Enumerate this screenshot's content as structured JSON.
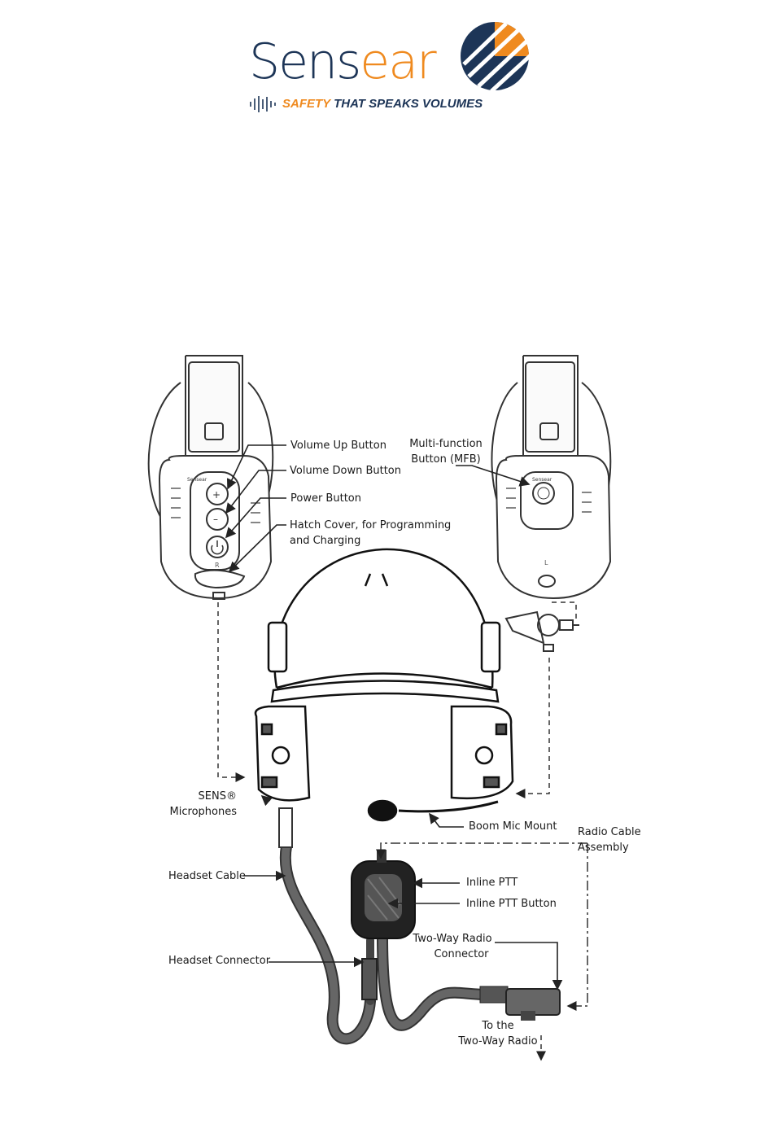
{
  "brand": {
    "name_part1": "Sens",
    "name_part2": "ear",
    "tagline_part1": "SAFETY",
    "tagline_part2": "THAT SPEAKS VOLUMES",
    "colors": {
      "navy": "#1d3557",
      "orange": "#ef8a1f"
    }
  },
  "labels": {
    "volume_up": "Volume Up Button",
    "volume_down": "Volume Down Button",
    "power": "Power Button",
    "hatch_line1": "Hatch Cover, for Programming",
    "hatch_line2": "and Charging",
    "mfb_line1": "Multi-function",
    "mfb_line2": "Button (MFB)",
    "sens_line1": "SENS®",
    "sens_line2": "Microphones",
    "boom_mic": "Boom Mic Mount",
    "radio_cable_line1": "Radio Cable",
    "radio_cable_line2": "Assembly",
    "headset_cable": "Headset Cable",
    "inline_ptt": "Inline PTT",
    "inline_ptt_button": "Inline PTT Button",
    "two_way_line1": "Two-Way Radio",
    "two_way_line2": "Connector",
    "headset_connector": "Headset Connector",
    "to_radio_line1": "To the",
    "to_radio_line2": "Two-Way Radio"
  },
  "device_marks": {
    "right_ear": "R",
    "left_ear": "L",
    "cup_brand": "Sensear"
  }
}
